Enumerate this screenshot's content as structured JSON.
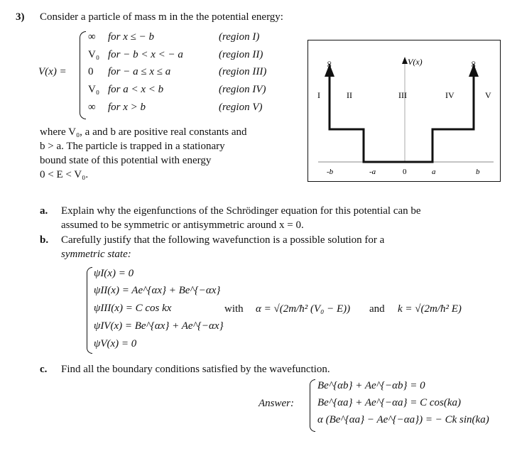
{
  "problem": {
    "number": "3)",
    "intro": "Consider a particle of mass m in the the potential energy:",
    "v_label": "V(x) =",
    "cases": [
      {
        "value": "∞",
        "cond": "for x ≤ − b",
        "region": "(region I)"
      },
      {
        "value": "V₀",
        "cond": "for − b < x < − a",
        "region": "(region II)"
      },
      {
        "value": "0",
        "cond": "for − a ≤ x ≤ a",
        "region": "(region III)"
      },
      {
        "value": "V₀",
        "cond": "for a < x < b",
        "region": "(region IV)"
      },
      {
        "value": "∞",
        "cond": "for x > b",
        "region": "(region V)"
      }
    ],
    "where_lines": [
      "where V₀, a and b are positive real constants and",
      "b > a. The particle is trapped in a stationary",
      "bound state of this potential with energy",
      "0 < E < V₀."
    ]
  },
  "figure": {
    "v_label": "V(x)",
    "infinity_left": "∞",
    "infinity_right": "∞",
    "regions": [
      "I",
      "II",
      "III",
      "IV",
      "V"
    ],
    "x_ticks": [
      "-b",
      "-a",
      "0",
      "a",
      "b"
    ]
  },
  "parts": [
    {
      "label": "a.",
      "lines": [
        "Explain why the eigenfunctions of the Schrödinger equation for this potential can be",
        "assumed to be symmetric or antisymmetric around x = 0."
      ]
    },
    {
      "label": "b.",
      "lines": [
        "Carefully justify that the following wavefunction is a possible solution for a",
        "symmetric state:"
      ]
    },
    {
      "label": "c.",
      "lines": [
        "Find all the boundary conditions satisfied by the wavefunction."
      ]
    }
  ],
  "wavefunction": [
    "ψI(x) = 0",
    "ψII(x) = Ae^{αx} + Be^{−αx}",
    "ψIII(x) = C cos kx",
    "ψIV(x) = Be^{αx} + Ae^{−αx}",
    "ψV(x) = 0"
  ],
  "with_text": "with",
  "and_text": "and",
  "alpha_def": "α = √(2m/ħ² (V₀ − E))",
  "k_def": "k = √(2m/ħ² E)",
  "answer_label": "Answer:",
  "answer": [
    "Be^{αb} + Ae^{−αb} = 0",
    "Be^{αa} + Ae^{−αa} = C cos(ka)",
    "α (Be^{αa} − Ae^{−αa}) = − Ck sin(ka)"
  ]
}
